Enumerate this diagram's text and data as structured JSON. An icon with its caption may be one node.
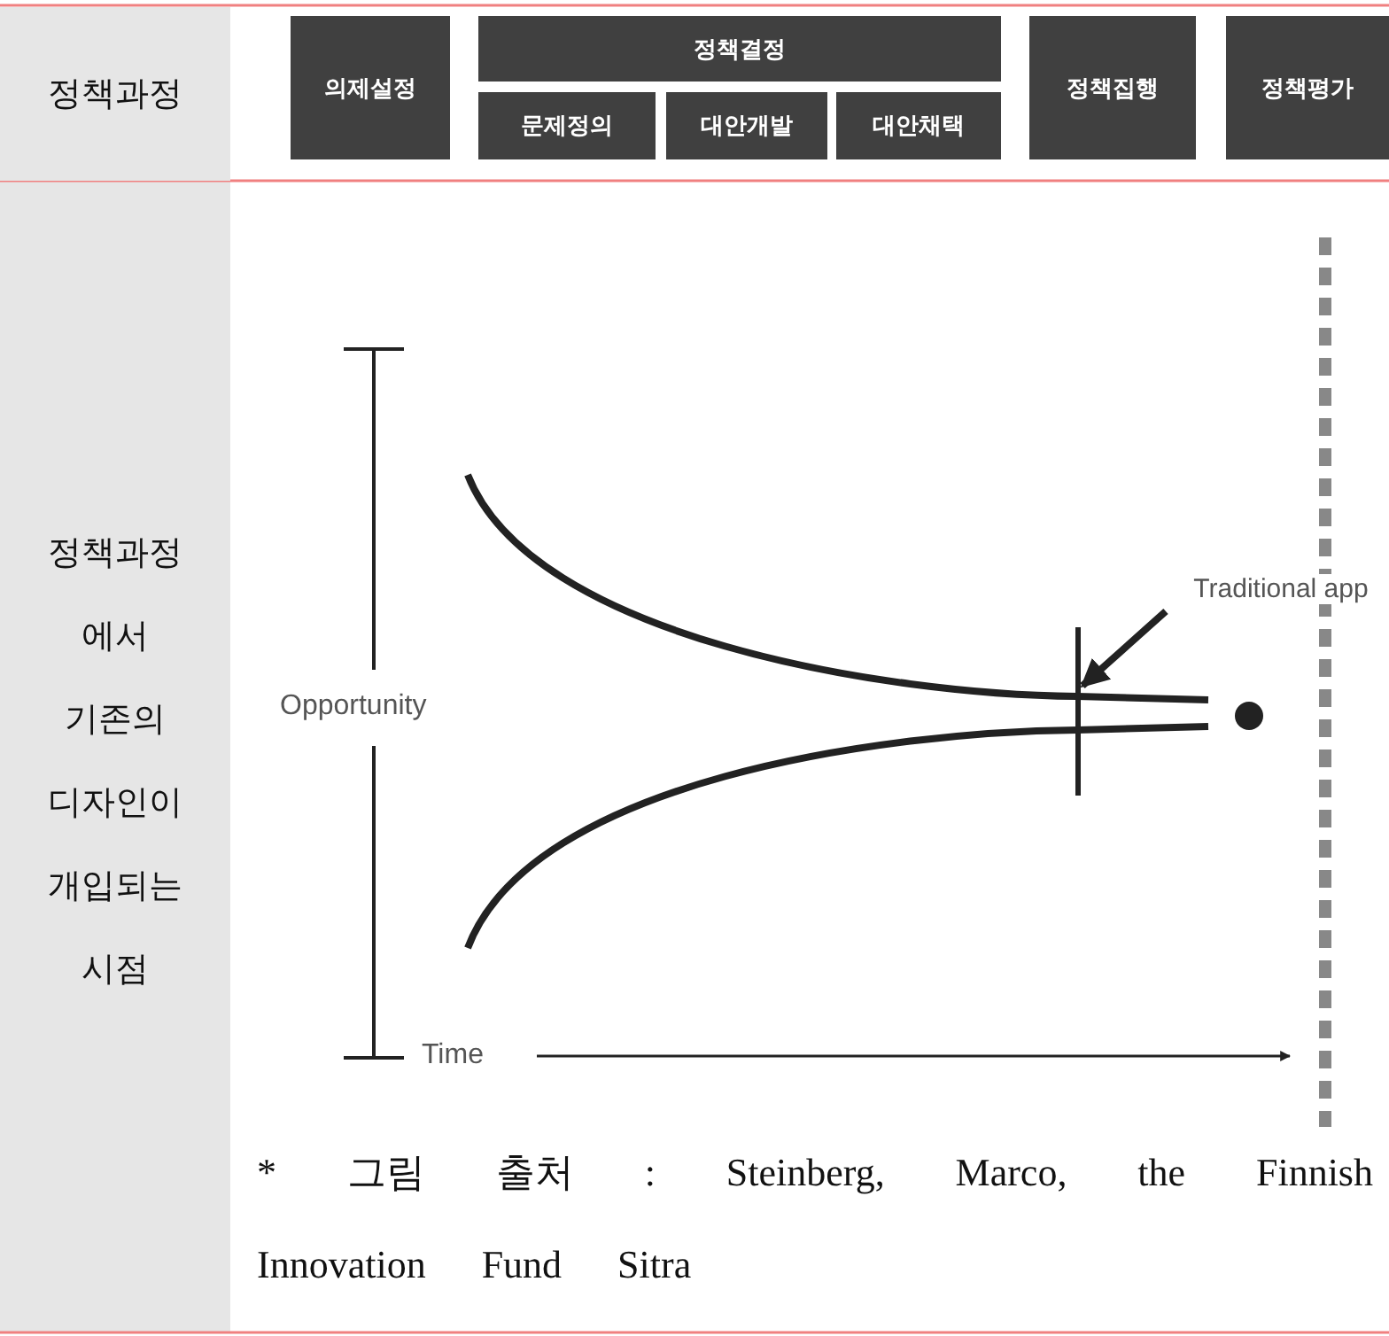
{
  "diagram": {
    "nodes": [
      {
        "text": [
          "정책과정"
        ]
      },
      {
        "text": [
          "의제설정"
        ]
      },
      {
        "text": [
          "정책결정"
        ]
      },
      {
        "text": [
          "문제정의"
        ]
      },
      {
        "text": [
          "대안개발"
        ]
      },
      {
        "text": [
          "대안채택"
        ]
      },
      {
        "text": [
          "정책집행"
        ]
      },
      {
        "text": [
          "정책평가"
        ]
      },
      {
        "text": [
          "정책과정 에서 기존의 디자인이 개입되는 시점"
        ]
      },
      {
        "text": [
          "Traditional app"
        ]
      },
      {
        "text": [],
        "shape": "bar"
      }
    ],
    "edges": [
      {
        "from": 9,
        "to": 10,
        "arrow": "to"
      }
    ],
    "labels": [
      "Opportunity",
      "Time",
      "* 그림 출처 : Steinberg, Marco, the Finnish Innovation Fund Sitra"
    ]
  }
}
